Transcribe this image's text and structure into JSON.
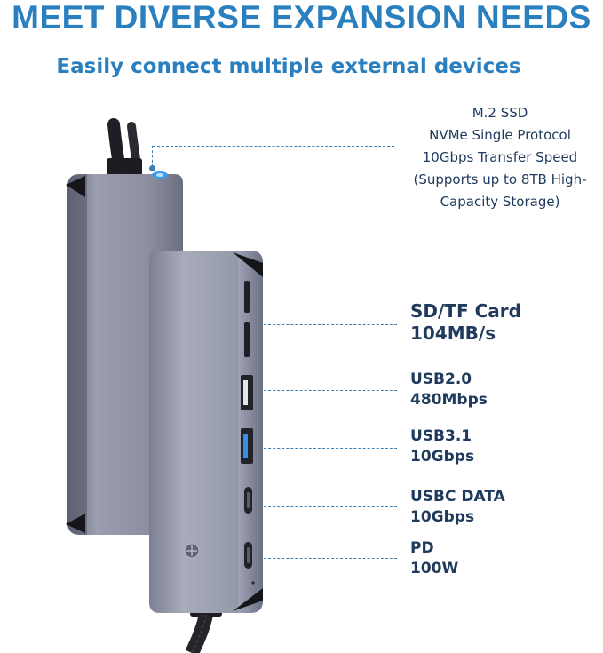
{
  "headline": "MEET DIVERSE EXPANSION NEEDS",
  "subheadline": "Easily connect multiple external devices",
  "ssd_callout": {
    "lines": [
      "M.2 SSD",
      "NVMe Single Protocol",
      "10Gbps Transfer Speed",
      "(Supports up to 8TB High-",
      "Capacity Storage)"
    ]
  },
  "ports": [
    {
      "name": "SD/TF Card",
      "spec": "104MB/s"
    },
    {
      "name": "USB2.0",
      "spec": "480Mbps"
    },
    {
      "name": "USB3.1",
      "spec": "10Gbps"
    },
    {
      "name": "USBC DATA",
      "spec": "10Gbps"
    },
    {
      "name": "PD",
      "spec": "100W"
    }
  ],
  "colors": {
    "accent": "#2a7fbf",
    "label_text": "#1f3a5c",
    "device_body": "#8a8ea0",
    "usb3_port": "#3b8de0"
  }
}
